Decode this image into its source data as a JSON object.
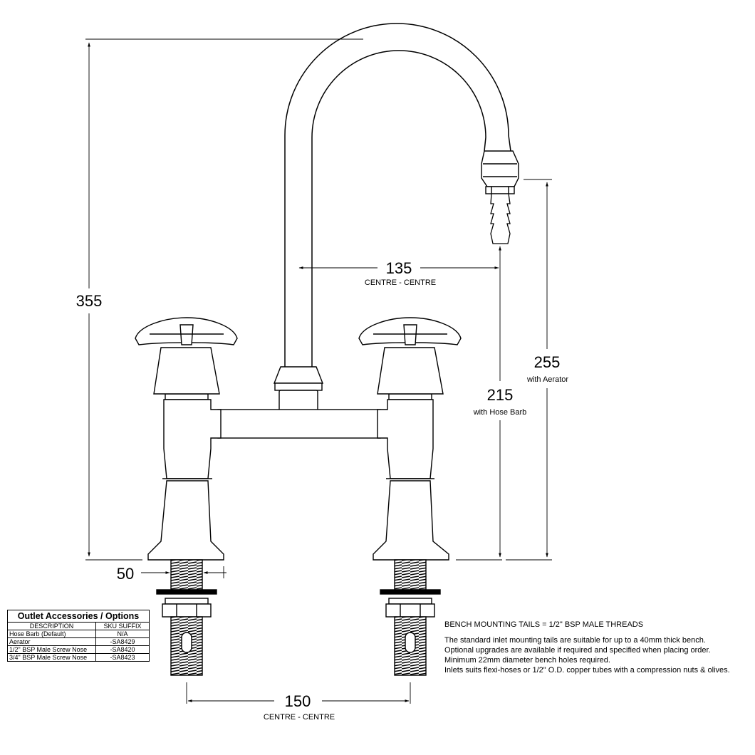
{
  "dimensions": {
    "overall_height": {
      "value": "355"
    },
    "spout_reach": {
      "value": "135",
      "caption": "CENTRE - CENTRE"
    },
    "aerator_height": {
      "value": "255",
      "caption": "with Aerator"
    },
    "hose_barb_height": {
      "value": "215",
      "caption": "with Hose Barb"
    },
    "tail_width": {
      "value": "50"
    },
    "tail_centres": {
      "value": "150",
      "caption": "CENTRE - CENTRE"
    }
  },
  "accessories_table": {
    "title": "Outlet Accessories / Options",
    "headers": [
      "DESCRIPTION",
      "SKU SUFFIX"
    ],
    "rows": [
      {
        "description": "Hose Barb (Default)",
        "suffix": "N/A"
      },
      {
        "description": "Aerator",
        "suffix": "-SA8429"
      },
      {
        "description": "1/2\" BSP  Male Screw Nose",
        "suffix": "-SA8420"
      },
      {
        "description": "3/4\" BSP  Male Screw Nose",
        "suffix": "-SA8423"
      }
    ]
  },
  "notes": {
    "heading": "BENCH MOUNTING TAILS = 1/2\" BSP MALE THREADS",
    "lines": [
      "The standard inlet mounting tails are suitable for up to a 40mm thick bench.",
      "Optional upgrades are available if required and specified when placing order.",
      "Minimum 22mm diameter bench holes required.",
      "Inlets suits flexi-hoses or 1/2\" O.D. copper tubes with a compression nuts & olives."
    ]
  }
}
